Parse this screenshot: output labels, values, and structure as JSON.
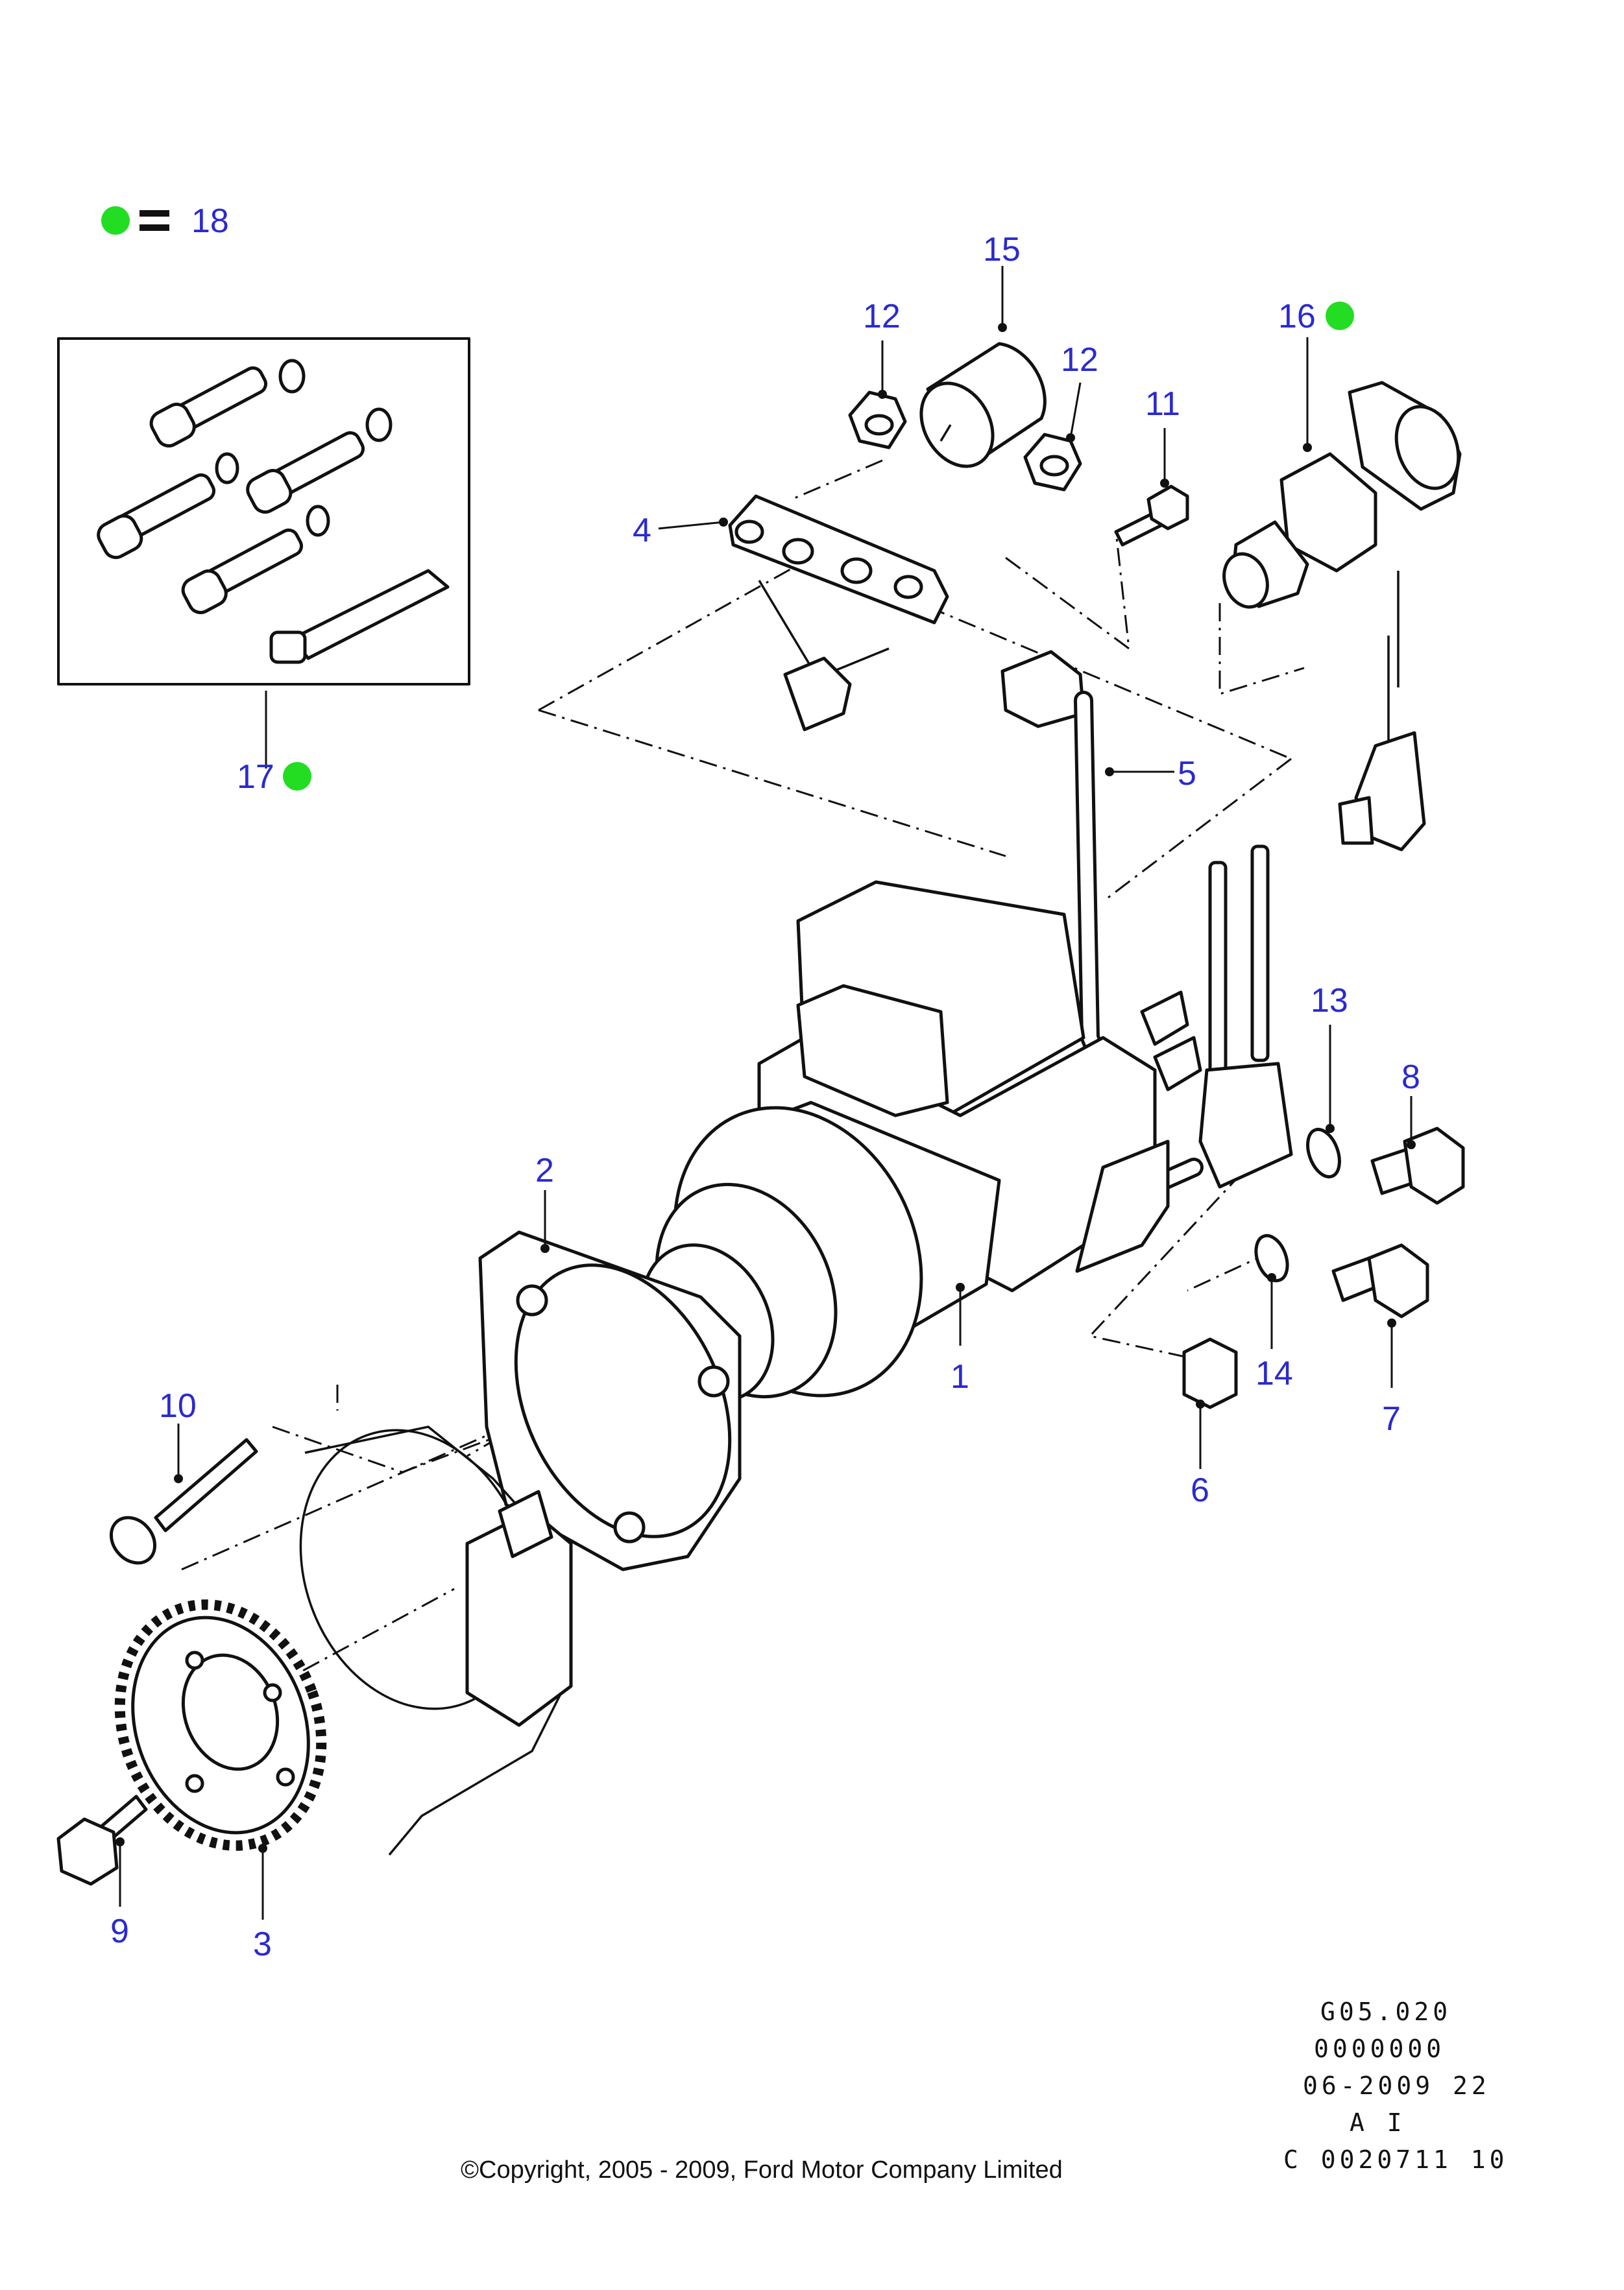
{
  "legend": {
    "marker_color": "#22dd22",
    "symbol": "=",
    "number": "18"
  },
  "callouts": [
    "1",
    "2",
    "3",
    "4",
    "5",
    "6",
    "7",
    "8",
    "9",
    "10",
    "11",
    "12",
    "12",
    "13",
    "14",
    "15",
    "16",
    "17"
  ],
  "colors": {
    "label": "#2a2ad0",
    "marker": "#22dd22",
    "line": "#111111"
  },
  "meta": {
    "line1": "G05.020",
    "line2": "0000000",
    "line3": "06-2009 22",
    "line4": "A I",
    "line5": "C 0020711 10"
  },
  "copyright": "©Copyright, 2005 - 2009, Ford Motor Company Limited"
}
